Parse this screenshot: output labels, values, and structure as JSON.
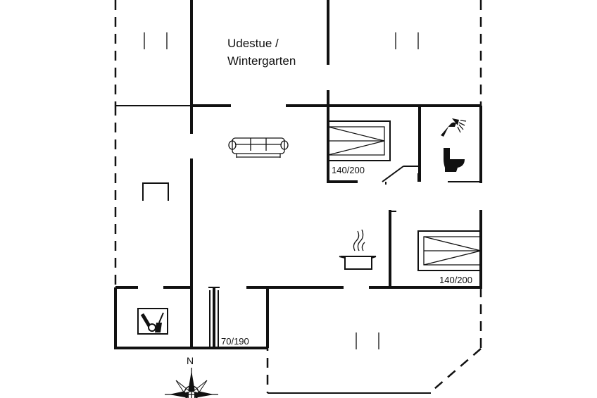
{
  "plan": {
    "rooms": {
      "winter_garden_line1": "Udestue /",
      "winter_garden_line2": "Wintergarten"
    },
    "beds": {
      "bed_top": "140/200",
      "bed_right": "140/200",
      "bed_small": "70/190"
    },
    "compass": {
      "north": "N"
    },
    "icons": [
      "sofa-icon",
      "shower-icon",
      "toilet-icon",
      "cooking-pot-icon",
      "utility-room-icon",
      "compass-rose-icon"
    ]
  }
}
